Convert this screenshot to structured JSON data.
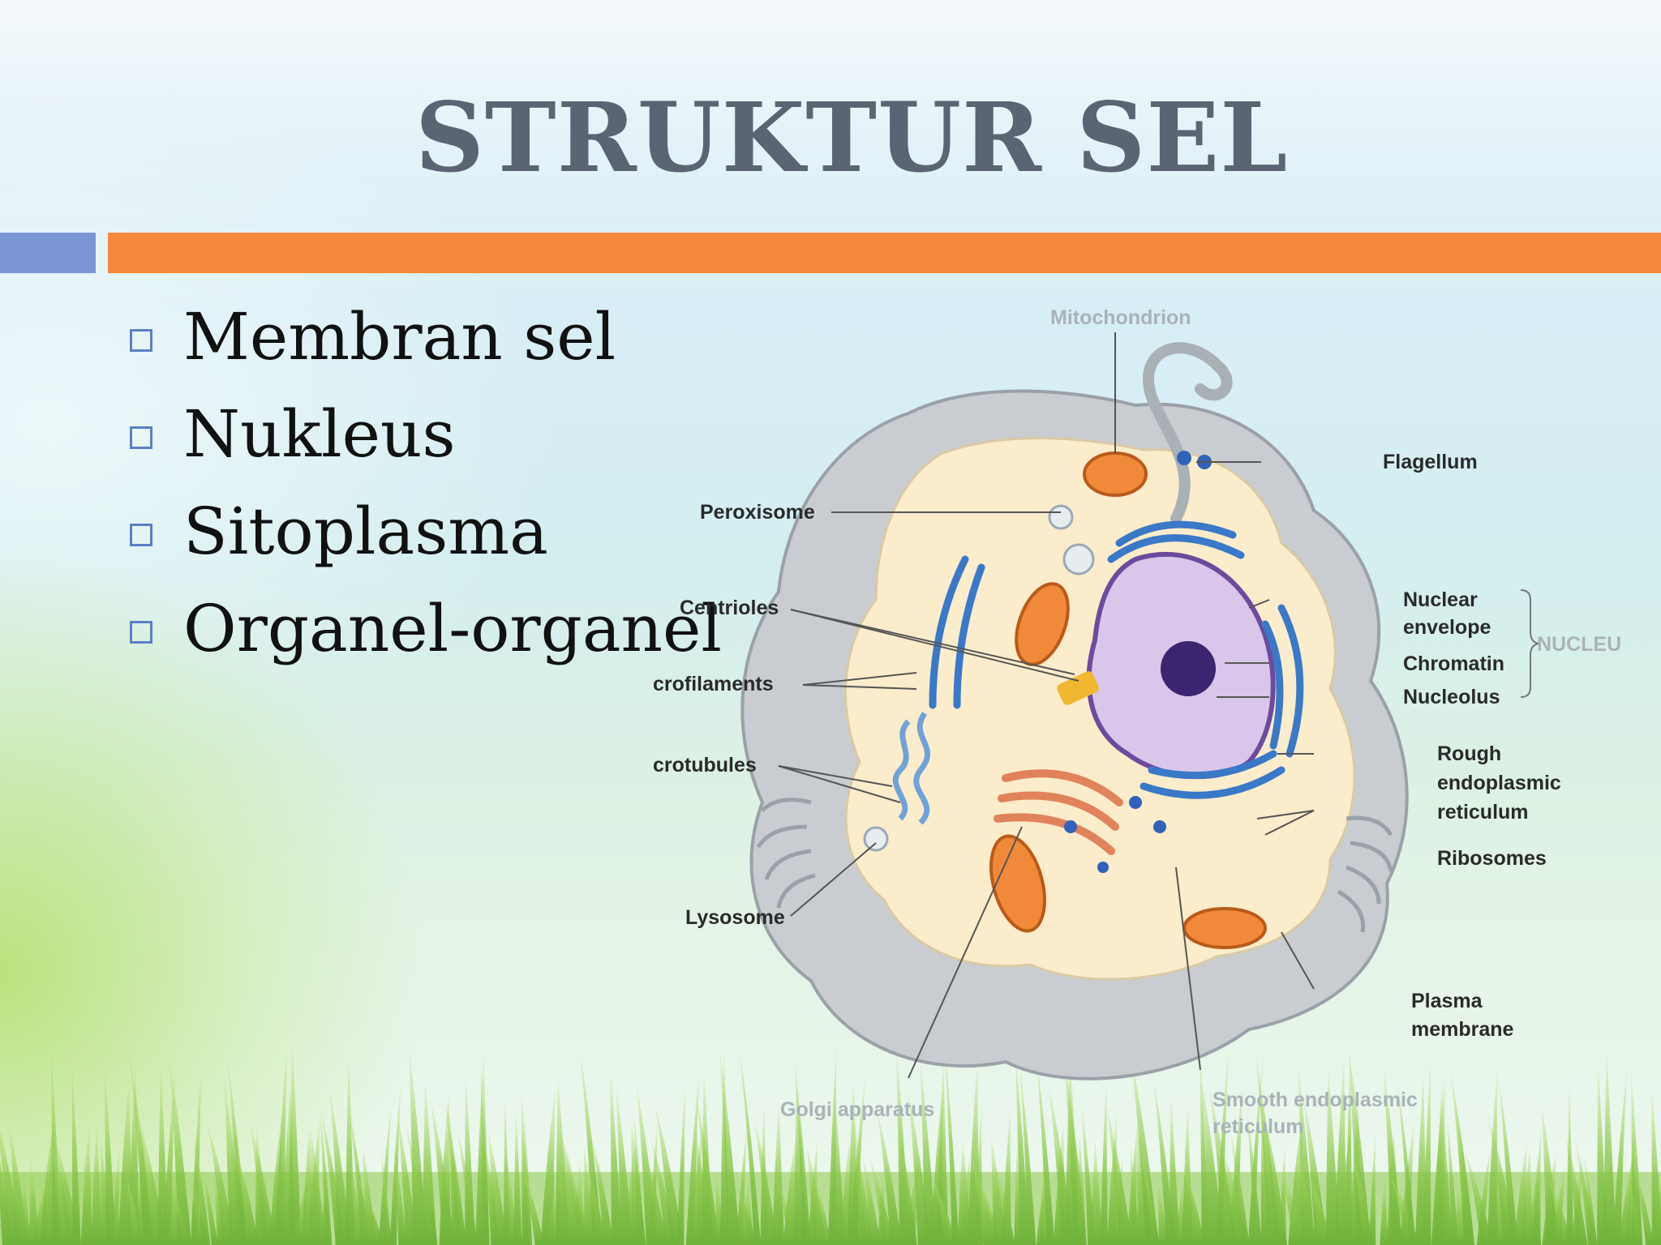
{
  "slide": {
    "title": "STRUKTUR SEL",
    "bullets": [
      "Membran sel",
      "Nukleus",
      "Sitoplasma",
      "Organel-organel"
    ]
  },
  "diagram": {
    "labels": {
      "mitochondrion": "Mitochondrion",
      "flagellum": "Flagellum",
      "peroxisome": "Peroxisome",
      "centrioles": "Centrioles",
      "microfilaments": "crofilaments",
      "microtubules": "crotubules",
      "lysosome": "Lysosome",
      "nuclear_envelope_1": "Nuclear",
      "nuclear_envelope_2": "envelope",
      "nucleus_group": "NUCLEU",
      "chromatin": "Chromatin",
      "nucleolus": "Nucleolus",
      "rer_1": "Rough",
      "rer_2": "endoplasmic",
      "rer_3": "reticulum",
      "ribosomes": "Ribosomes",
      "plasma_membrane_1": "Plasma",
      "plasma_membrane_2": "membrane",
      "golgi": "Golgi apparatus",
      "ser_1": "Smooth endoplasmic",
      "ser_2": "reticulum"
    }
  },
  "colors": {
    "title": "#5a6472",
    "accent_blue": "#7b96d4",
    "accent_orange": "#f5883a",
    "bullet_box": "#5b7fc8"
  }
}
